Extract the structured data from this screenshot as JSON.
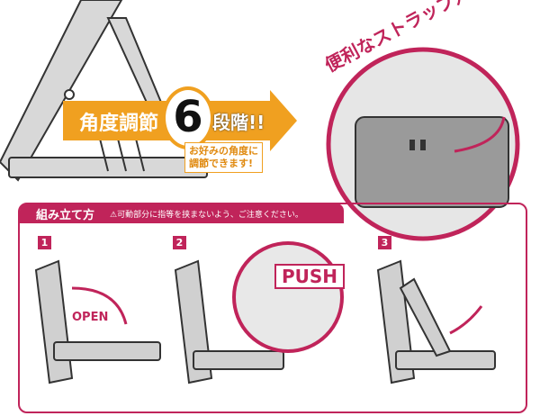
{
  "headline": {
    "prefix": "角度調節",
    "number": "6",
    "suffix": "段階!!",
    "note_line1": "お好みの角度に",
    "note_line2": "調節できます!"
  },
  "strap": {
    "text": "便利なストラップ穴付き!"
  },
  "assembly": {
    "title": "組み立て方",
    "warning": "可動部分に指等を挟まないよう、ご注意ください。",
    "steps": [
      {
        "num": "1",
        "label": "OPEN"
      },
      {
        "num": "2",
        "label": "PUSH"
      },
      {
        "num": "3"
      }
    ]
  },
  "colors": {
    "orange": "#f0a020",
    "magenta": "#c0245a",
    "gray": "#8a8a8a"
  }
}
